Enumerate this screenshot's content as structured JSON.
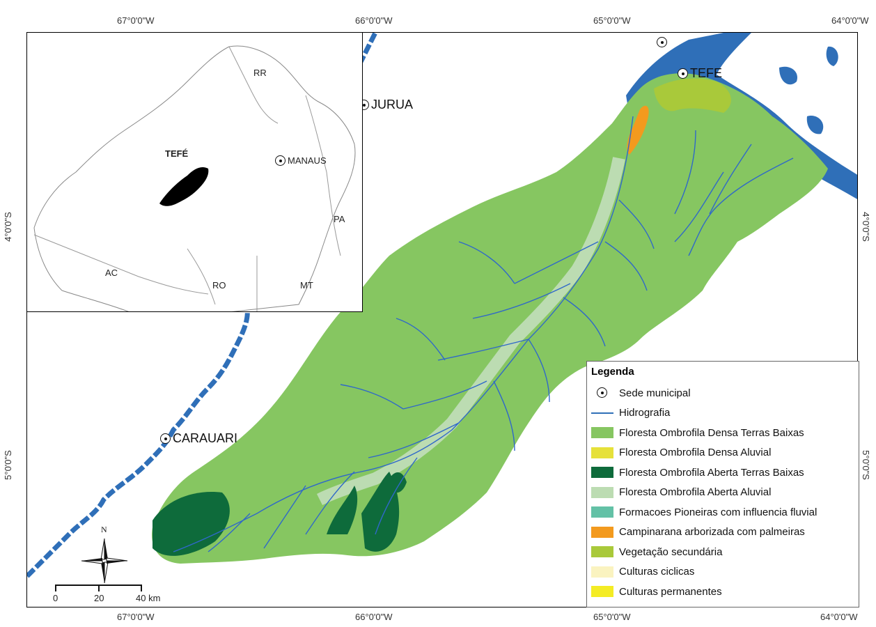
{
  "graticule": {
    "lon_labels": [
      "67°0'0\"W",
      "66°0'0\"W",
      "65°0'0\"W",
      "64°0'0\"W"
    ],
    "lat_labels": [
      "4°0'0\"S",
      "5°0'0\"S"
    ]
  },
  "places": {
    "tefe": "TEFE",
    "jurua": "JURUA",
    "carauari": "CARAUARI"
  },
  "inset": {
    "states": [
      "RR",
      "PA",
      "AC",
      "RO",
      "MT"
    ],
    "municipality": "TEFÉ",
    "capital": "MANAUS"
  },
  "north_arrow": "N",
  "scale_bar": {
    "ticks": [
      "0",
      "20",
      "40 km"
    ]
  },
  "legend": {
    "title": "Legenda",
    "items": [
      {
        "label": "Sede municipal",
        "symbol": "seat-icon",
        "color": "#000000"
      },
      {
        "label": "Hidrografia",
        "symbol": "line",
        "color": "#2f6fb8"
      },
      {
        "label": "Floresta Ombrofila Densa Terras Baixas",
        "symbol": "fill",
        "color": "#86c661"
      },
      {
        "label": "Floresta Ombrofila Densa Aluvial",
        "symbol": "fill",
        "color": "#e6e13a"
      },
      {
        "label": "Floresta Ombrofila Aberta Terras Baixas",
        "symbol": "fill",
        "color": "#0e6b3b"
      },
      {
        "label": "Floresta Ombrofila Aberta Aluvial",
        "symbol": "fill",
        "color": "#bcdcb2"
      },
      {
        "label": "Formacoes Pioneiras com influencia fluvial",
        "symbol": "fill",
        "color": "#63c1a6"
      },
      {
        "label": "Campinarana arborizada com palmeiras",
        "symbol": "fill",
        "color": "#f39a1e"
      },
      {
        "label": "Vegetação secundária",
        "symbol": "fill",
        "color": "#a9c93a"
      },
      {
        "label": "Culturas ciclicas",
        "symbol": "fill",
        "color": "#faf3c0"
      },
      {
        "label": "Culturas permanentes",
        "symbol": "fill",
        "color": "#f4ec24"
      }
    ]
  },
  "colors": {
    "water": "#2f6fb8",
    "river_line": "#2f68c9"
  }
}
